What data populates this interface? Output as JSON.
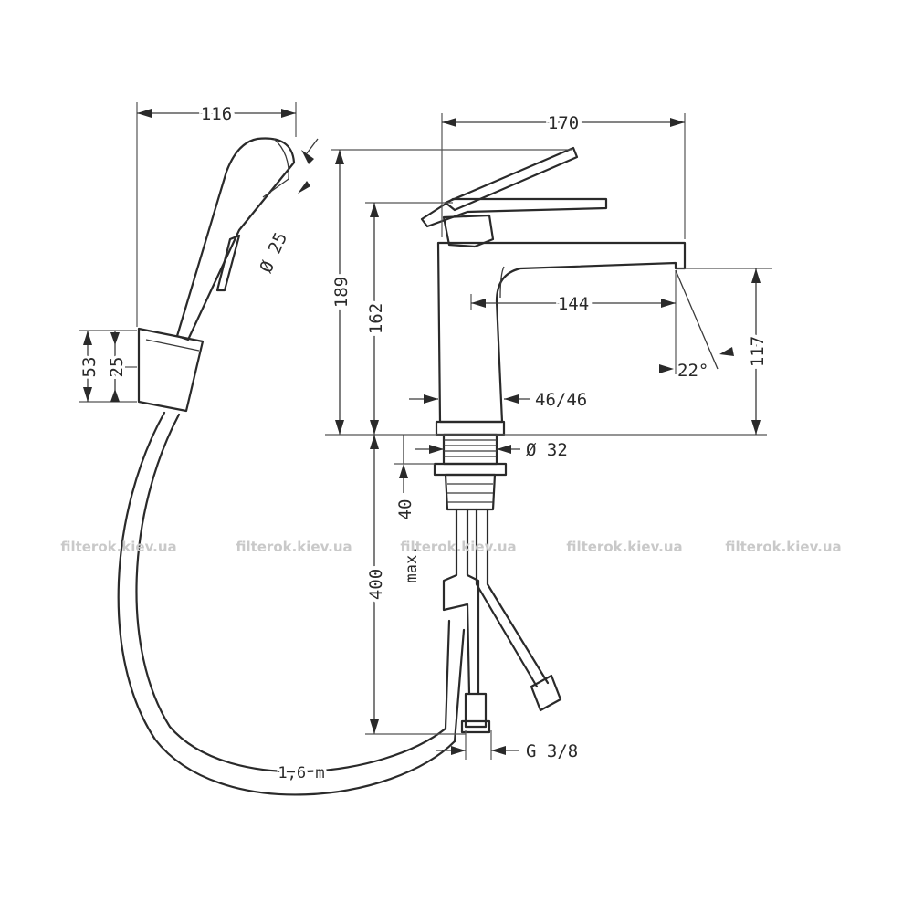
{
  "dimensions": {
    "hand_shower_width": "116",
    "hand_shower_diameter": "Ø 25",
    "holder_height": "53",
    "holder_offset": "25",
    "faucet_depth": "170",
    "total_height": "189",
    "spout_height": "162",
    "spout_reach": "144",
    "spout_clearance": "117",
    "spout_angle": "22°",
    "body_size": "46/46",
    "thread_diameter": "Ø 32",
    "max_thickness_value": "40",
    "max_thickness_prefix": "max.",
    "supply_hose_length": "400",
    "connection": "G 3/8",
    "shower_hose_length": "1,6 m"
  },
  "watermark": {
    "text": "filterok.kiev.ua",
    "color": "#c9c9c9"
  },
  "colors": {
    "line": "#2a2a2a",
    "background": "#ffffff"
  }
}
